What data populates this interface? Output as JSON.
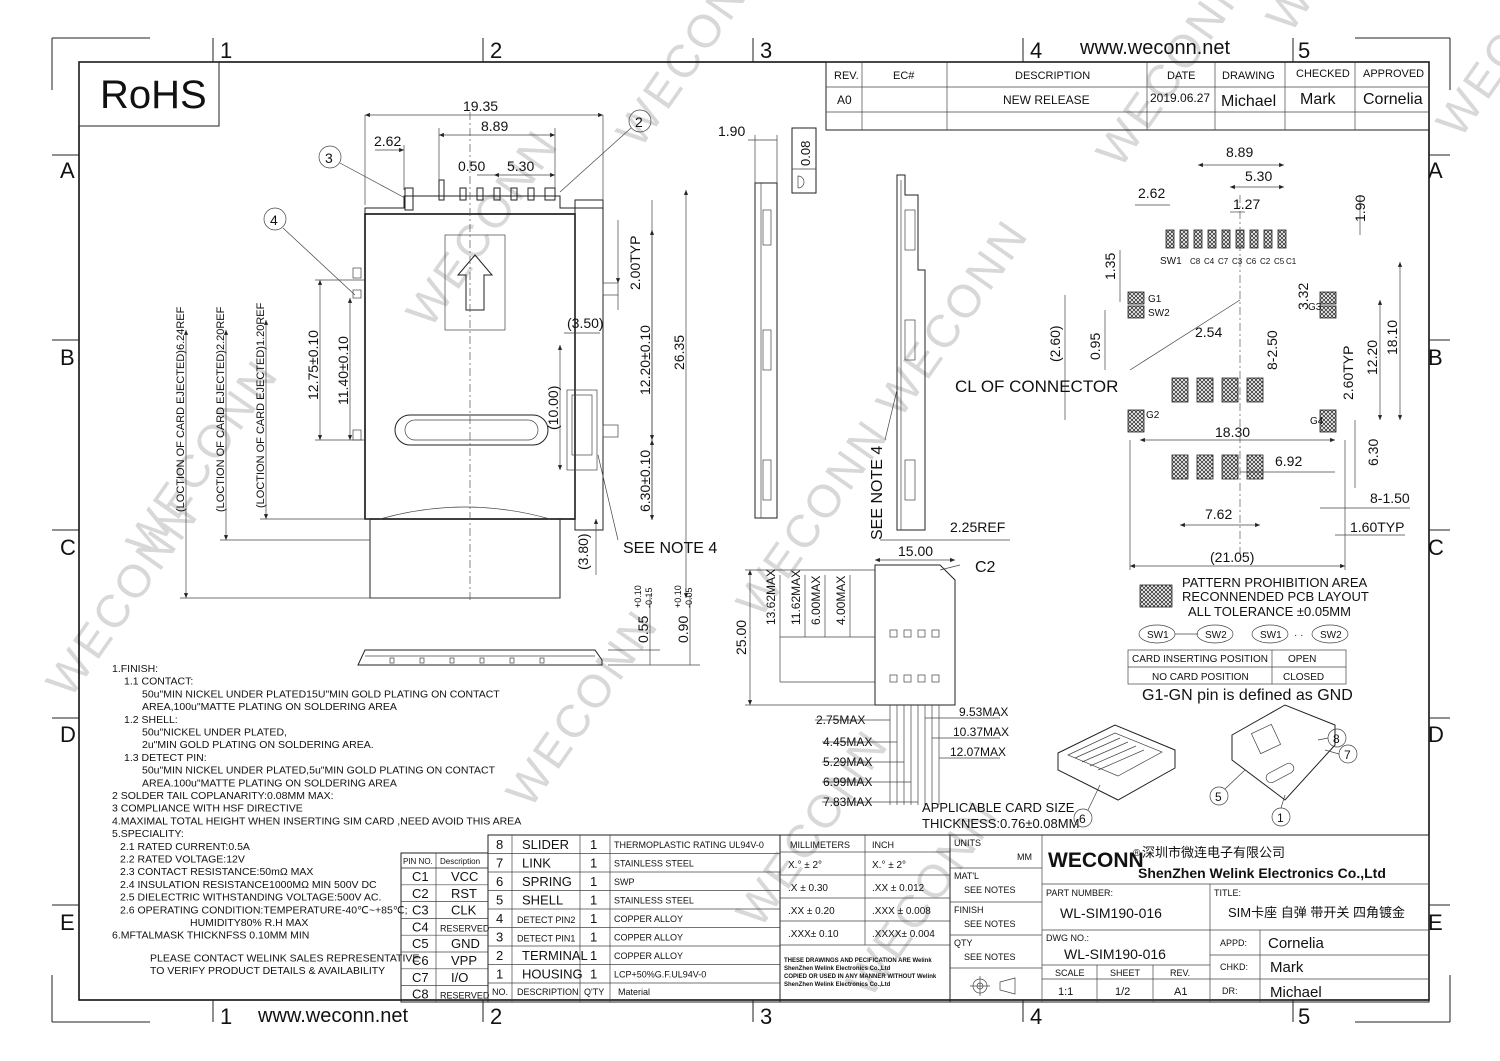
{
  "header": {
    "website_top": "www.weconn.net",
    "website_bottom": "www.weconn.net",
    "rohs": "RoHS",
    "col_numbers": [
      "1",
      "2",
      "3",
      "4",
      "5"
    ],
    "row_letters": [
      "A",
      "B",
      "C",
      "D",
      "E"
    ],
    "watermark": "WECONN"
  },
  "revision_table": {
    "headers": [
      "REV.",
      "EC#",
      "DESCRIPTION",
      "DATE",
      "DRAWING",
      "CHECKED",
      "APPROVED"
    ],
    "row": [
      "A0",
      "",
      "NEW RELEASE",
      "2019.06.27",
      "Michael",
      "Mark",
      "Cornelia"
    ]
  },
  "front_view": {
    "dims": [
      "19.35",
      "8.89",
      "2.62",
      "0.50",
      "5.30",
      "2.00TYP",
      "(3.50)",
      "12.20±0.10",
      "26.35",
      "(10.00)",
      "6.30±0.10",
      "(3.80)",
      "12.75±0.10",
      "11.40±0.10",
      "(LOCTION OF CARD EJECTED)6.24REF",
      "(LOCTION OF CARD EJECTED)2.20REF",
      "(LOCTION OF CARD EJECTED)1.20REF"
    ],
    "see_note": "SEE NOTE 4",
    "callouts": [
      "2",
      "3",
      "4"
    ],
    "bottom_dims": [
      "0.55",
      "+0.10",
      "-0.15",
      "0.90",
      "+0.10",
      "-0.05"
    ]
  },
  "side_view": {
    "dims": [
      "1.90",
      "0.08",
      "2.25REF"
    ],
    "see_note": "SEE NOTE 4"
  },
  "card_view": {
    "dims": [
      "15.00",
      "25.00",
      "13.62MAX",
      "11.62MAX",
      "6.00MAX",
      "4.00MAX",
      "2.75MAX",
      "4.45MAX",
      "5.29MAX",
      "6.99MAX",
      "7.83MAX",
      "9.53MAX",
      "10.37MAX",
      "12.07MAX"
    ],
    "label": "C2",
    "card_size_1": "APPLICABLE CARD SIZE",
    "card_size_2": "THICKNESS:0.76±0.08MM"
  },
  "pcb_layout": {
    "dims": [
      "8.89",
      "5.30",
      "2.62",
      "1.27",
      "1.90",
      "1.35",
      "(2.60)",
      "0.95",
      "2.54",
      "8-2.50",
      "3.32",
      "18.10",
      "12.20",
      "2.60TYP",
      "18.30",
      "6.92",
      "6.30",
      "7.62",
      "8-1.50",
      "1.60TYP",
      "(21.05)"
    ],
    "pin_labels": [
      "SW1",
      "C8",
      "C4",
      "C7",
      "C3",
      "C6",
      "C2",
      "C5",
      "C1"
    ],
    "g_labels": [
      "G1",
      "SW2",
      "G2",
      "G3",
      "G4"
    ],
    "cl_label": "CL  OF  CONNECTOR",
    "legend": [
      "PATTERN PROHIBITION AREA",
      "RECONNENDED PCB LAYOUT",
      "ALL TOLERANCE ±0.05MM"
    ],
    "switch_labels": [
      "SW1",
      "SW2",
      "SW1",
      "SW2"
    ],
    "switch_table": [
      [
        "CARD INSERTING POSITION",
        "OPEN"
      ],
      [
        "NO CARD POSITION",
        "CLOSED"
      ]
    ],
    "gnd_note": "G1-GN pin is defined as GND"
  },
  "iso_callouts": [
    "5",
    "6",
    "7",
    "8",
    "1"
  ],
  "notes": [
    "1.FINISH:",
    "1.1 CONTACT:",
    "50u\"MIN NICKEL UNDER PLATED15U\"MIN GOLD PLATING ON CONTACT",
    "AREA,100u\"MATTE PLATING ON SOLDERING AREA",
    "1.2 SHELL:",
    "50u\"NICKEL UNDER PLATED,",
    "2u\"MIN GOLD PLATING ON SOLDERING AREA.",
    "1.3 DETECT PIN:",
    "50u\"MIN NICKEL UNDER PLATED,5u\"MIN GOLD PLATING ON CONTACT",
    "AREA.100u\"MATTE PLATING ON SOLDERING AREA",
    "2 SOLDER TAIL COPLANARITY:0.08MM MAX:",
    "3 COMPLIANCE WITH HSF DIRECTIVE",
    "4.MAXIMAL TOTAL HEIGHT WHEN INSERTING SIM CARD ,NEED AVOID THIS AREA",
    "5.SPECIALITY:",
    "2.1 RATED CURRENT:0.5A",
    "2.2 RATED VOLTAGE:12V",
    "2.3 CONTACT RESISTANCE:50mΩ MAX",
    "2.4 INSULATION RESISTANCE1000MΩ MIN 500V DC",
    "2.5 DIELECTRIC WITHSTANDING VOLTAGE:500V AC.",
    "2.6 OPERATING CONDITION:TEMPERATURE-40℃~+85℃;",
    "HUMIDITY80% R.H MAX",
    "6.MFTALMASK THICKNFSS 0.10MM MIN",
    "PLEASE CONTACT WELINK SALES REPRESENTATIVE",
    "TO VERIFY PRODUCT DETAILS & AVAILABILITY"
  ],
  "pin_table": {
    "headers": [
      "PIN NO.",
      "Description"
    ],
    "rows": [
      [
        "C1",
        "VCC"
      ],
      [
        "C2",
        "RST"
      ],
      [
        "C3",
        "CLK"
      ],
      [
        "C4",
        "RESERVED"
      ],
      [
        "C5",
        "GND"
      ],
      [
        "C6",
        "VPP"
      ],
      [
        "C7",
        "I/O"
      ],
      [
        "C8",
        "RESERVED"
      ]
    ]
  },
  "bom_table": {
    "rows": [
      [
        "8",
        "SLIDER",
        "1",
        "THERMOPLASTIC RATING UL94V-0"
      ],
      [
        "7",
        "LINK",
        "1",
        "STAINLESS STEEL"
      ],
      [
        "6",
        "SPRING",
        "1",
        "SWP"
      ],
      [
        "5",
        "SHELL",
        "1",
        "STAINLESS STEEL"
      ],
      [
        "4",
        "DETECT PIN2",
        "1",
        "COPPER ALLOY"
      ],
      [
        "3",
        "DETECT PIN1",
        "1",
        "COPPER ALLOY"
      ],
      [
        "2",
        "TERMINAL",
        "1",
        "COPPER ALLOY"
      ],
      [
        "1",
        "HOUSING",
        "1",
        "LCP+50%G.F.UL94V-0"
      ]
    ],
    "footer": [
      "NO.",
      "DESCRIPTION",
      "Q'TY",
      "Material"
    ]
  },
  "tolerance_table": {
    "headers": [
      "MILLIMETERS",
      "INCH"
    ],
    "rows": [
      [
        "X.° ± 2°",
        "X.° ± 2°"
      ],
      [
        ".X ± 0.30",
        ".XX ± 0.012"
      ],
      [
        ".XX ± 0.20",
        ".XXX ± 0.008"
      ],
      [
        ".XXX± 0.10",
        ".XXXX± 0.004"
      ]
    ],
    "disclaimer": [
      "THESE DRAWINGS AND PECIFICATION  ARE Welink",
      "ShenZhen Welink Electronics Co.,Ltd",
      "COPIED OR USED IN ANY MANNER WITHOUT Welink",
      "ShenZhen Welink Electronics Co.,Ltd"
    ]
  },
  "title_block": {
    "units_label": "UNITS",
    "units": "MM",
    "matl_label": "MAT'L",
    "matl": "SEE NOTES",
    "finish_label": "FINISH",
    "finish": "SEE NOTES",
    "qty_label": "QTY",
    "qty": "SEE NOTES",
    "brand": "WECONN",
    "reg": "®",
    "company_cn": "深圳市微连电子有限公司",
    "company_en": "ShenZhen Welink Electronics Co.,Ltd",
    "part_number_label": "PART NUMBER:",
    "part_number": "WL-SIM190-016",
    "title_label": "TITLE:",
    "title": "SIM卡座 自弹 带开关 四角镀金",
    "dwg_label": "DWG NO.:",
    "dwg_no": "WL-SIM190-016",
    "scale_label": "SCALE",
    "scale": "1:1",
    "sheet_label": "SHEET",
    "sheet": "1/2",
    "rev_label": "REV.",
    "rev": "A1",
    "appd_label": "APPD:",
    "appd": "Cornelia",
    "chkd_label": "CHKD:",
    "chkd": "Mark",
    "dr_label": "DR:",
    "dr": "Michael"
  }
}
